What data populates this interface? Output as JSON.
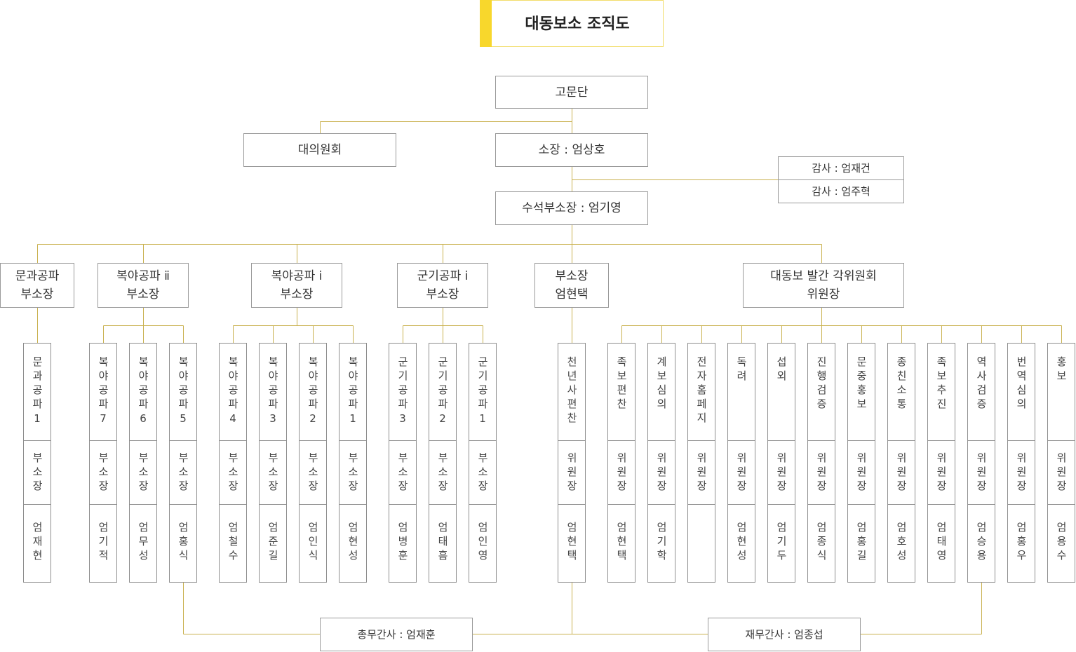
{
  "title": "대동보소 조직도",
  "colors": {
    "line": "#c9b14f",
    "accent": "#f8d72c"
  },
  "top": {
    "advisors": "고문단",
    "council": "대의원회",
    "director": "소장 : 엄상호",
    "auditor1": "감사 : 엄재건",
    "auditor2": "감사 : 엄주혁",
    "chief_deputy": "수석부소장 : 엄기영"
  },
  "branches": [
    {
      "line1": "문과공파",
      "line2": "부소장"
    },
    {
      "line1": "복야공파 ⅱ",
      "line2": "부소장"
    },
    {
      "line1": "복야공파 ⅰ",
      "line2": "부소장"
    },
    {
      "line1": "군기공파 ⅰ",
      "line2": "부소장"
    },
    {
      "line1": "부소장",
      "line2": "엄현택"
    },
    {
      "line1": "대동보 발간 각위원회",
      "line2": "위원장"
    }
  ],
  "columns": [
    {
      "name": "문과공파1",
      "role": "부소장",
      "person": "엄재현"
    },
    {
      "name": "복야공파7",
      "role": "부소장",
      "person": "엄기적"
    },
    {
      "name": "복야공파6",
      "role": "부소장",
      "person": "엄무성"
    },
    {
      "name": "복야공파5",
      "role": "부소장",
      "person": "엄홍식"
    },
    {
      "name": "복야공파4",
      "role": "부소장",
      "person": "엄철수"
    },
    {
      "name": "복야공파3",
      "role": "부소장",
      "person": "엄준길"
    },
    {
      "name": "복야공파2",
      "role": "부소장",
      "person": "엄인식"
    },
    {
      "name": "복야공파1",
      "role": "부소장",
      "person": "엄현성"
    },
    {
      "name": "군기공파3",
      "role": "부소장",
      "person": "엄병훈"
    },
    {
      "name": "군기공파2",
      "role": "부소장",
      "person": "엄태흠"
    },
    {
      "name": "군기공파1",
      "role": "부소장",
      "person": "엄인영"
    },
    {
      "name": "천년사편찬",
      "role": "위원장",
      "person": "엄현택"
    },
    {
      "name": "족보편찬",
      "role": "위원장",
      "person": "엄현택"
    },
    {
      "name": "계보심의",
      "role": "위원장",
      "person": "엄기학"
    },
    {
      "name": "전자홈페지",
      "role": "위원장",
      "person": ""
    },
    {
      "name": "독려",
      "role": "위원장",
      "person": "엄현성"
    },
    {
      "name": "섭외",
      "role": "위원장",
      "person": "엄기두"
    },
    {
      "name": "진행검증",
      "role": "위원장",
      "person": "엄종식"
    },
    {
      "name": "문중홍보",
      "role": "위원장",
      "person": "엄홍길"
    },
    {
      "name": "종친소통",
      "role": "위원장",
      "person": "엄호성"
    },
    {
      "name": "족보추진",
      "role": "위원장",
      "person": "엄태영"
    },
    {
      "name": "역사검증",
      "role": "위원장",
      "person": "엄승용"
    },
    {
      "name": "번역심의",
      "role": "위원장",
      "person": "엄홍우"
    },
    {
      "name": "홍보",
      "role": "위원장",
      "person": "엄용수"
    }
  ],
  "bottom": {
    "general_secretary": "총무간사 : 엄재훈",
    "finance_secretary": "재무간사 : 엄종섭"
  }
}
